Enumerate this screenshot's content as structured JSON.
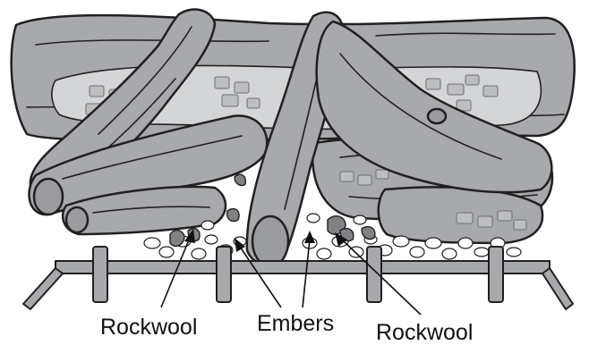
{
  "labels": {
    "rockwool_left": "Rockwool",
    "embers": "Embers",
    "rockwool_right": "Rockwool"
  },
  "colors": {
    "log_fill": "#a7a9ac",
    "outline": "#231f20",
    "panel_fill": "#d4d5d7",
    "pebble_fill": "#ffffff"
  }
}
